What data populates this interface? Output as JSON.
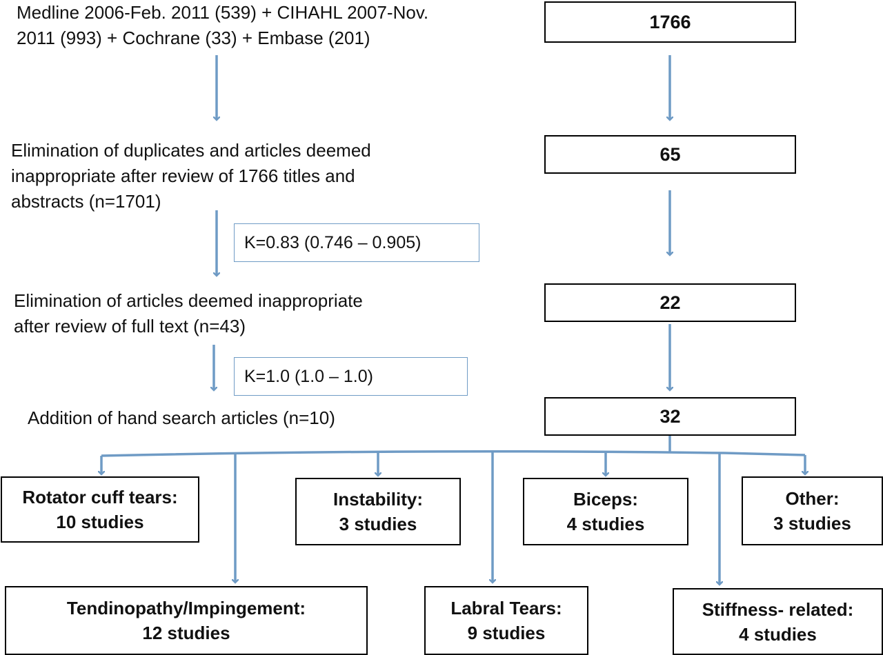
{
  "left_steps": {
    "sources": [
      "Medline 2006-Feb. 2011 (539) + CIHAHL 2007-Nov.",
      "2011 (993) + Cochrane (33) + Embase (201)"
    ],
    "elimination_1": [
      "Elimination of duplicates and articles deemed",
      "inappropriate after review of 1766 titles and",
      "abstracts (n=1701)"
    ],
    "kappa_1": "K=0.83 (0.746 – 0.905)",
    "elimination_2": [
      "Elimination of articles deemed inappropriate",
      "after review of full text (n=43)"
    ],
    "kappa_2": "K=1.0 (1.0 – 1.0)",
    "addition": "Addition of hand search articles (n=10)"
  },
  "counts": [
    "1766",
    "65",
    "22",
    "32"
  ],
  "categories": [
    {
      "name": "Rotator cuff tears:",
      "studies": "10 studies"
    },
    {
      "name": "Instability:",
      "studies": "3 studies"
    },
    {
      "name": "Biceps:",
      "studies": "4 studies"
    },
    {
      "name": "Other:",
      "studies": "3 studies"
    },
    {
      "name": "Tendinopathy/Impingement:",
      "studies": "12 studies"
    },
    {
      "name": "Labral Tears:",
      "studies": "9 studies"
    },
    {
      "name": "Stiffness- related:",
      "studies": "4 studies"
    }
  ],
  "colors": {
    "arrow": "#6f9bc5",
    "box_border": "#000000"
  }
}
